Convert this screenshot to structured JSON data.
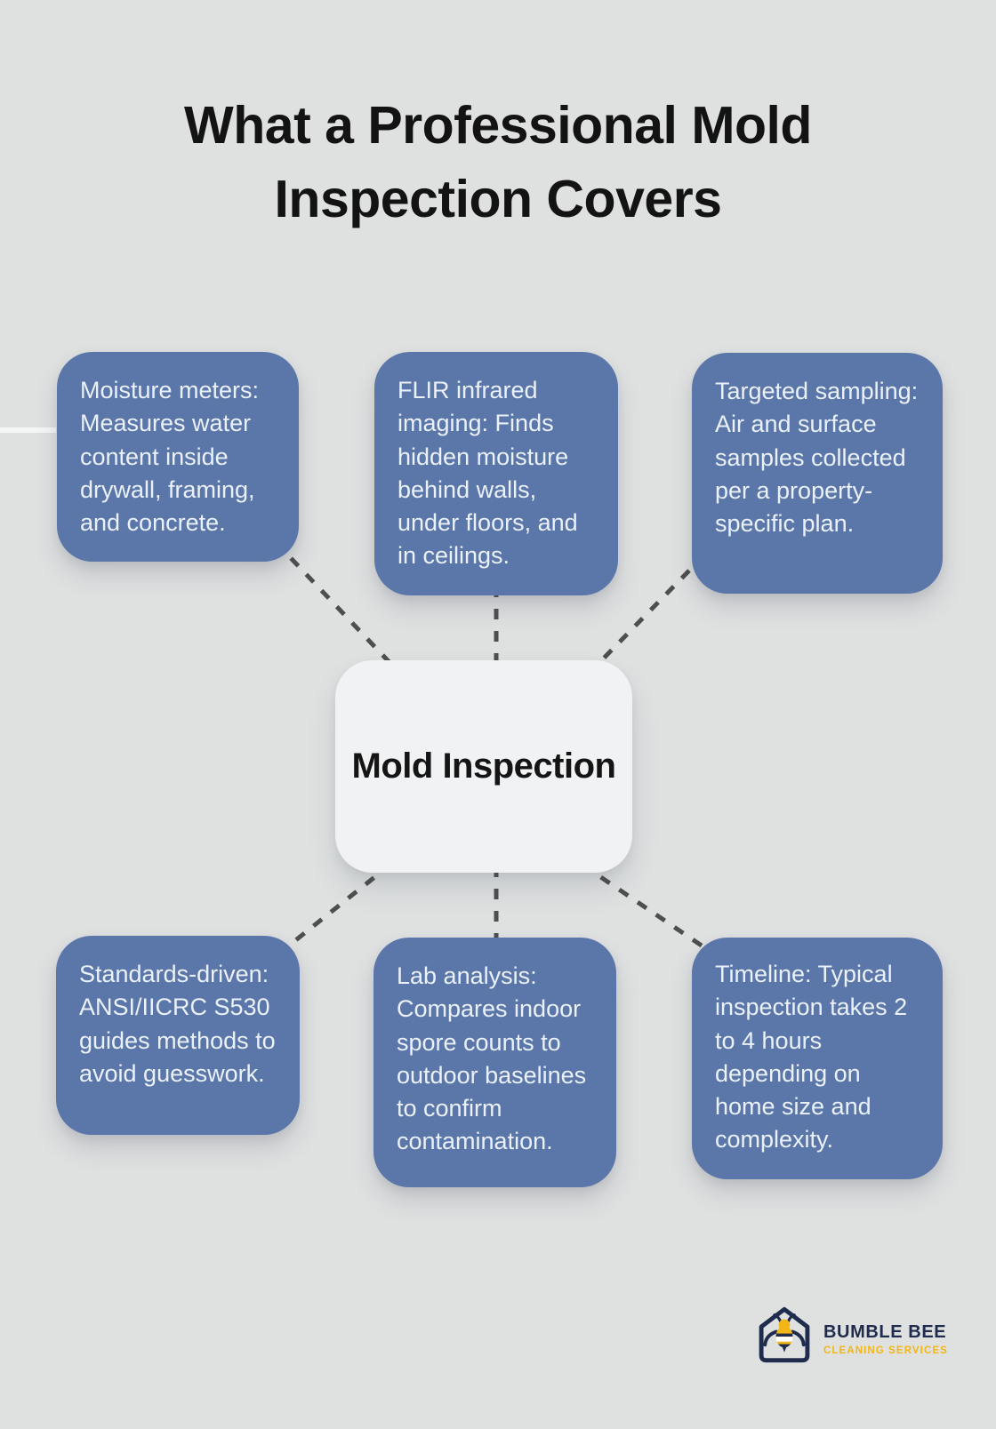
{
  "title": {
    "full": "What a Professional Mold Inspection Covers",
    "line1": "What a Professional Mold",
    "line2": "Inspection Covers"
  },
  "center_node": {
    "label": "Mold Inspection"
  },
  "nodes": [
    {
      "id": "moisture-meters",
      "text": "Moisture meters: Measures water content inside drywall, framing, and concrete."
    },
    {
      "id": "flir-infrared-imaging",
      "text": "FLIR infrared imaging: Finds hidden moisture behind walls, under floors, and in ceilings."
    },
    {
      "id": "targeted-sampling",
      "text": "Targeted sampling: Air and surface samples collected per a property-specific plan."
    },
    {
      "id": "standards-driven",
      "text": "Standards-driven: ANSI/IICRC S530 guides methods to avoid guesswork."
    },
    {
      "id": "lab-analysis",
      "text": "Lab analysis: Compares indoor spore counts to outdoor baselines to confirm contamination."
    },
    {
      "id": "timeline",
      "text": "Timeline: Typical inspection takes 2 to 4 hours depending on home size and complexity."
    }
  ],
  "logo": {
    "brand": "BUMBLE BEE",
    "tagline": "CLEANING SERVICES",
    "icon": "bee-in-house-icon"
  },
  "colors": {
    "background": "#dfe1e1",
    "node_fill": "#5b76a9",
    "node_text": "#eaf1f9",
    "center_fill": "#f1f2f3",
    "title_text": "#131313",
    "connector": "#4e4e4e",
    "logo_navy": "#202c4e",
    "logo_yellow": "#f2b616"
  }
}
